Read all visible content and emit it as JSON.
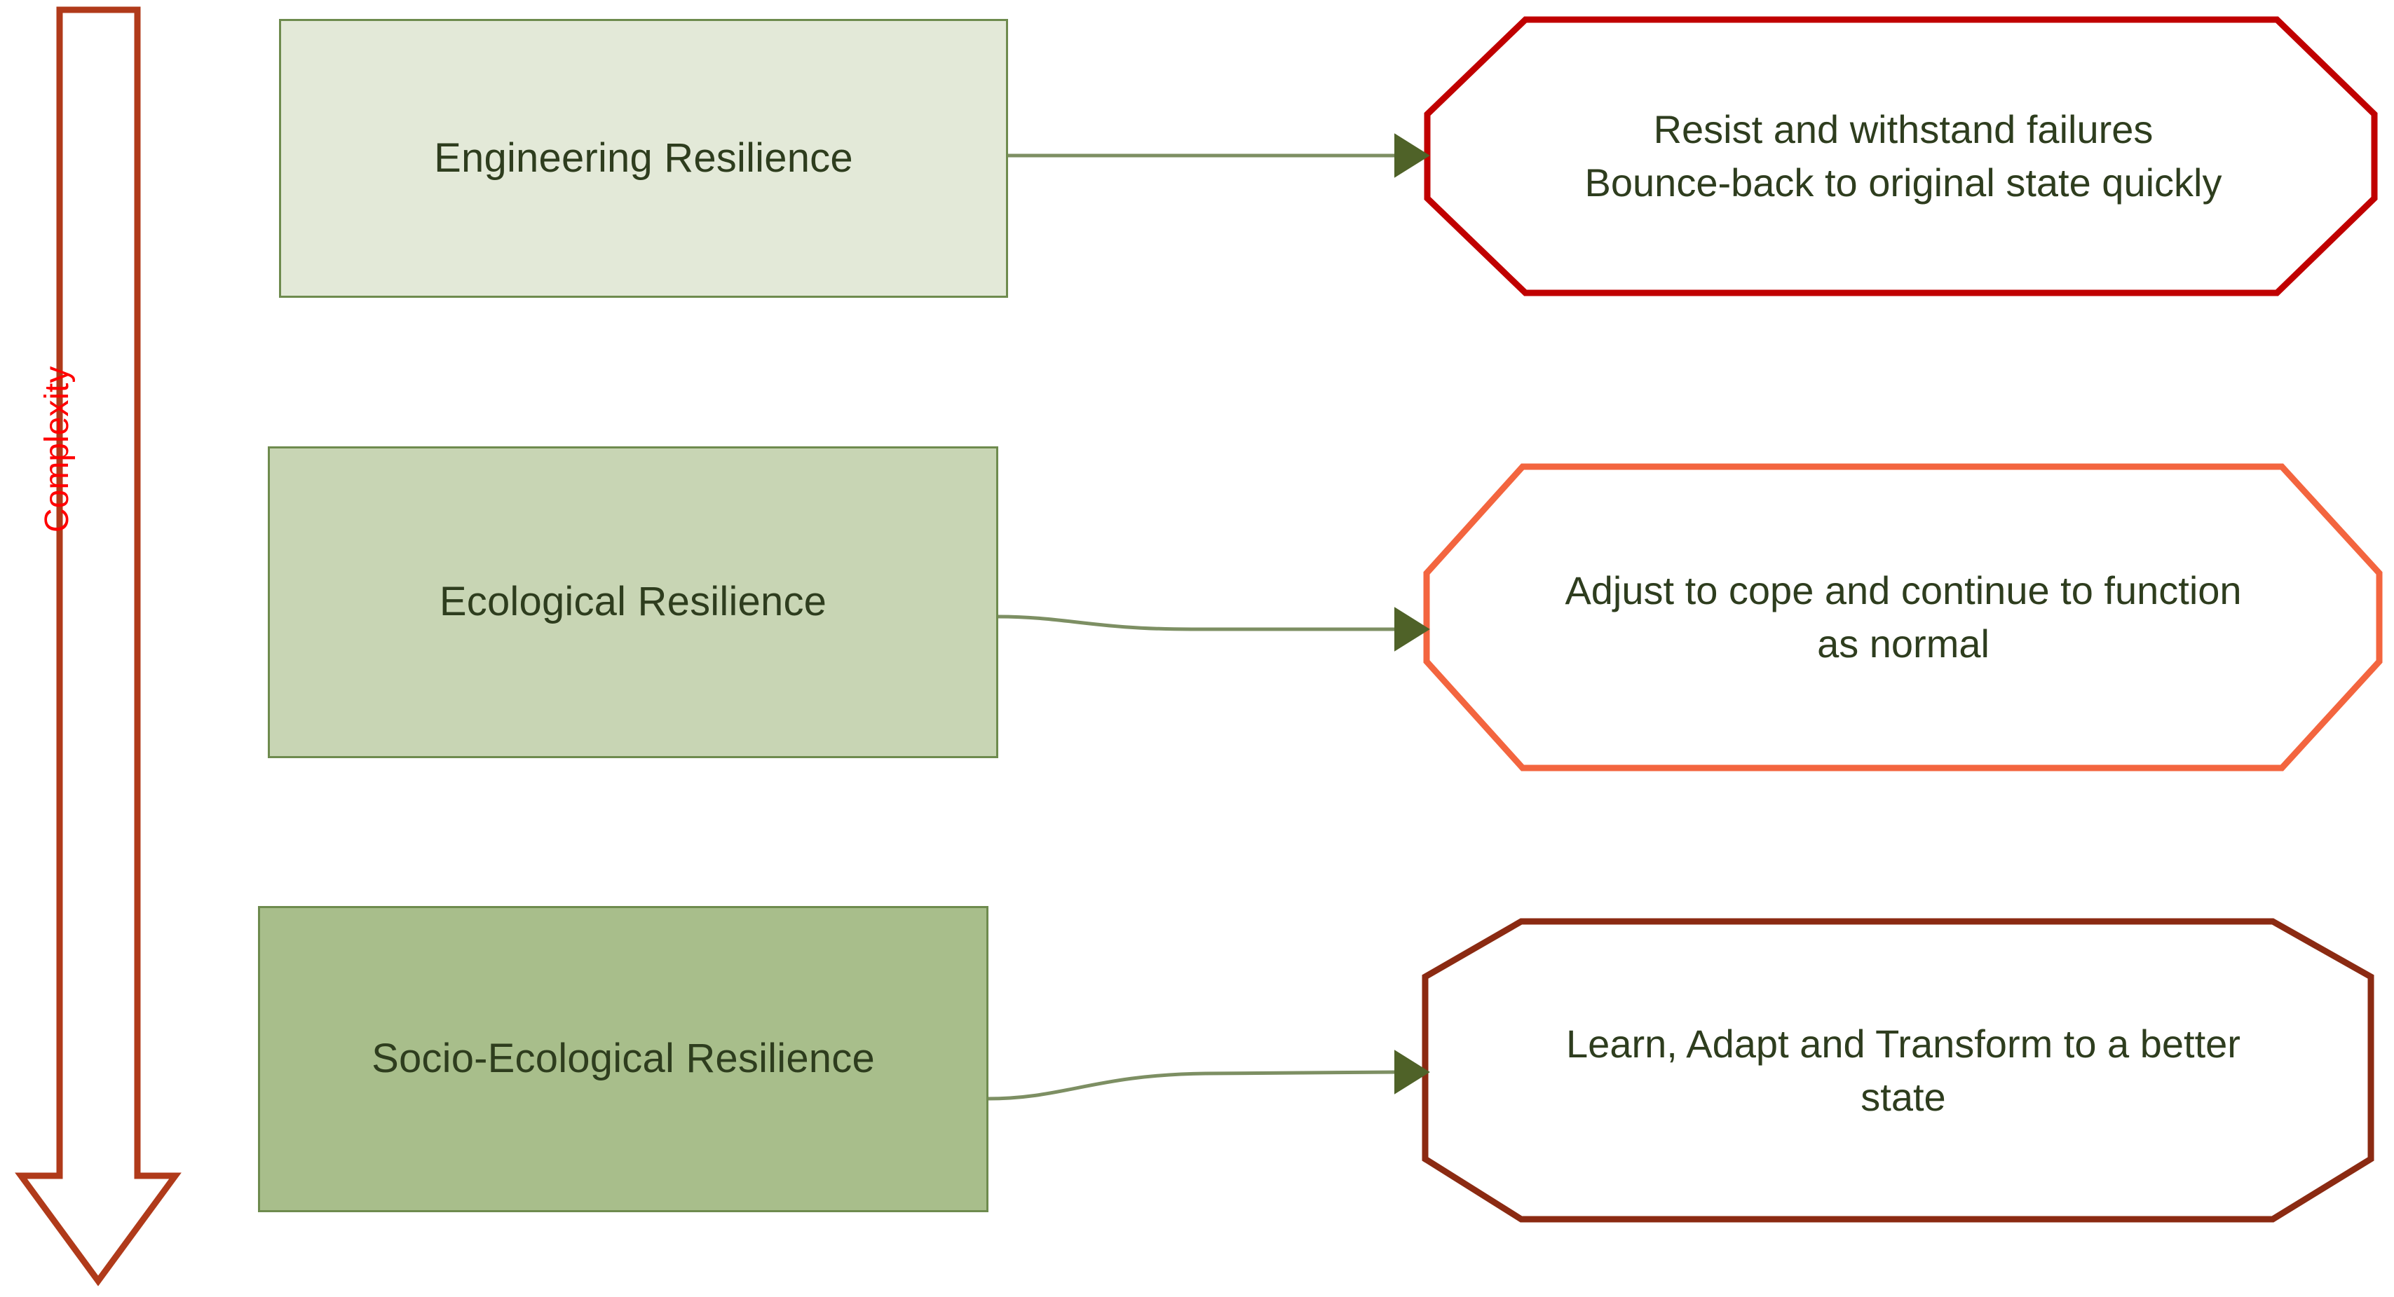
{
  "diagram": {
    "title_axis": {
      "label": "Complexity",
      "color": "#FF0000",
      "direction": "down",
      "arrow_color": "#B03A1A"
    },
    "levels": [
      {
        "id": "engineering",
        "name": "Engineering Resilience",
        "box_fill": "#E3E9D8",
        "box_border": "#6E8B4E",
        "description_lines": [
          "Resist and withstand failures",
          "Bounce-back to original state quickly"
        ],
        "octagon_border": "#C00000",
        "octagon_fill": "#FFFFFF",
        "connector_color": "#4F6228",
        "connector_icon": "arrow-right-icon"
      },
      {
        "id": "ecological",
        "name": "Ecological Resilience",
        "box_fill": "#C8D5B4",
        "box_border": "#6E8B4E",
        "description_lines": [
          "Adjust to cope and continue to function",
          "as normal"
        ],
        "octagon_border": "#F3653F",
        "octagon_fill": "#FFFFFF",
        "connector_color": "#4F6228",
        "connector_icon": "arrow-right-icon"
      },
      {
        "id": "socio-ecological",
        "name": "Socio-Ecological Resilience",
        "box_fill": "#A8BE8B",
        "box_border": "#6E8B4E",
        "description_lines": [
          "Learn, Adapt and Transform to a better",
          "state"
        ],
        "octagon_border": "#8B2A12",
        "octagon_fill": "#FFFFFF",
        "connector_color": "#4F6228",
        "connector_icon": "arrow-right-icon"
      }
    ],
    "text_color": "#2E3D1E",
    "background": "#FFFFFF"
  }
}
